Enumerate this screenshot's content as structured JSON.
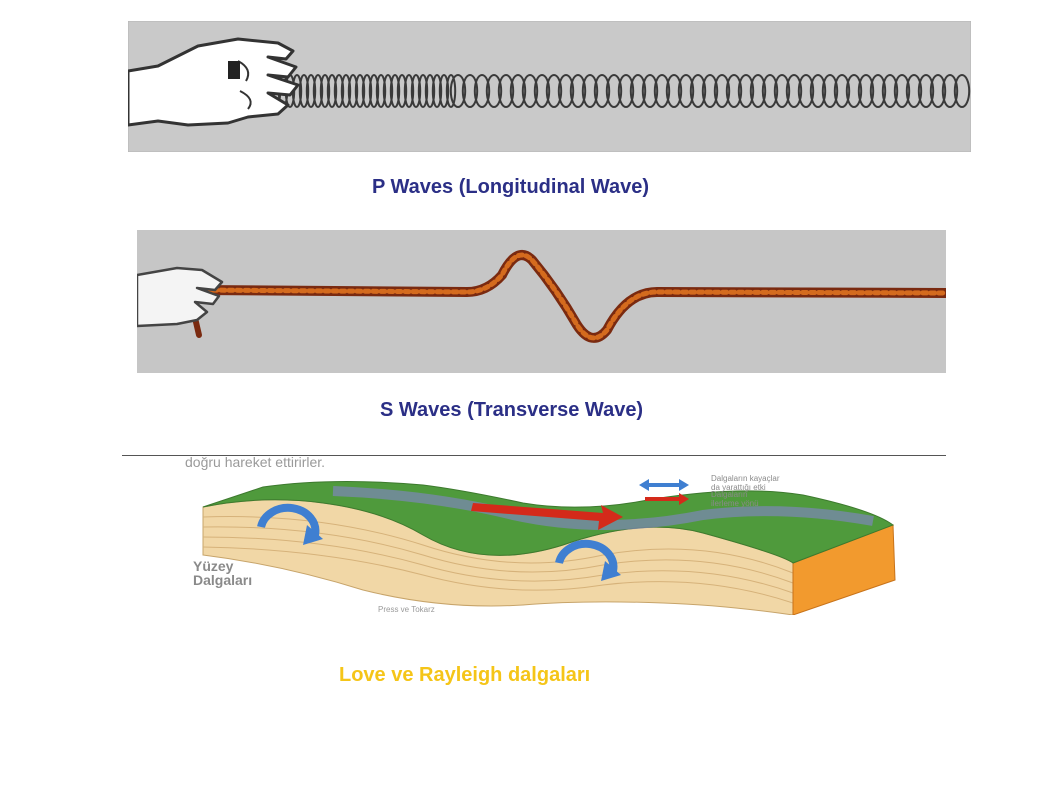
{
  "captions": {
    "p_wave": "P Waves (Longitudinal Wave)",
    "s_wave": "S Waves (Transverse Wave)",
    "surface_wave": "Love ve Rayleigh dalgaları"
  },
  "surface_diagram": {
    "header_text": "doğru hareket ettirirler.",
    "side_label_line1": "Yüzey",
    "side_label_line2": "Dalgaları",
    "legend_1_line1": "Dalgaların kayaçlar",
    "legend_1_line2": "da yarattığı etki",
    "legend_2_line1": "Dalgaların",
    "legend_2_line2": "ilerleme yönü",
    "footer_text": "Press ve Tokarz"
  },
  "colors": {
    "caption_blue": "#2b2f86",
    "caption_yellow": "#f5c518",
    "panel_gray": "#c9c9c9",
    "rope": "#c24a1a",
    "ground_green": "#4f9a3c",
    "strata": "#f1d7a6",
    "arrow_red": "#d42a1a",
    "arrow_blue": "#3f7fd1"
  },
  "icons": [
    "hand-icon",
    "spring-coil",
    "rope-wave",
    "circulation-arrow-icon",
    "propagation-arrow-icon"
  ]
}
